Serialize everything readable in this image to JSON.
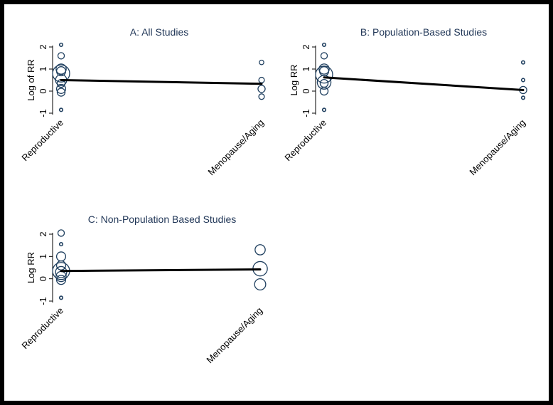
{
  "chart_data": [
    {
      "type": "scatter",
      "title": "A: All Studies",
      "ylabel": "Log of RR",
      "yticks": [
        "-1",
        "0",
        "1",
        "2"
      ],
      "ylim": [
        -1,
        2
      ],
      "categories": [
        "Reproductive",
        "Menopause/Aging"
      ],
      "points": [
        {
          "category": "Reproductive",
          "y": 2.1,
          "weight": 0.5
        },
        {
          "category": "Reproductive",
          "y": 1.6,
          "weight": 2
        },
        {
          "category": "Reproductive",
          "y": 1.0,
          "weight": 5
        },
        {
          "category": "Reproductive",
          "y": 0.9,
          "weight": 4
        },
        {
          "category": "Reproductive",
          "y": 0.8,
          "weight": 14
        },
        {
          "category": "Reproductive",
          "y": 0.5,
          "weight": 6
        },
        {
          "category": "Reproductive",
          "y": 0.35,
          "weight": 3
        },
        {
          "category": "Reproductive",
          "y": 0.1,
          "weight": 4
        },
        {
          "category": "Reproductive",
          "y": -0.05,
          "weight": 3
        },
        {
          "category": "Reproductive",
          "y": -0.85,
          "weight": 0.5
        },
        {
          "category": "Menopause/Aging",
          "y": 1.3,
          "weight": 1
        },
        {
          "category": "Menopause/Aging",
          "y": 0.5,
          "weight": 1.5
        },
        {
          "category": "Menopause/Aging",
          "y": 0.1,
          "weight": 2.5
        },
        {
          "category": "Menopause/Aging",
          "y": -0.25,
          "weight": 1.5
        }
      ],
      "fit_line": {
        "Reproductive": 0.5,
        "Menopause/Aging": 0.33
      }
    },
    {
      "type": "scatter",
      "title": "B: Population-Based Studies",
      "ylabel": "Log RR",
      "yticks": [
        "-1",
        "0",
        "1",
        "2"
      ],
      "ylim": [
        -1,
        2
      ],
      "categories": [
        "Reproductive",
        "Menopause/Aging"
      ],
      "points": [
        {
          "category": "Reproductive",
          "y": 2.1,
          "weight": 0.5
        },
        {
          "category": "Reproductive",
          "y": 1.6,
          "weight": 2
        },
        {
          "category": "Reproductive",
          "y": 1.0,
          "weight": 5
        },
        {
          "category": "Reproductive",
          "y": 0.9,
          "weight": 4
        },
        {
          "category": "Reproductive",
          "y": 0.75,
          "weight": 14
        },
        {
          "category": "Reproductive",
          "y": 0.4,
          "weight": 9
        },
        {
          "category": "Reproductive",
          "y": 0.35,
          "weight": 3
        },
        {
          "category": "Reproductive",
          "y": 0.0,
          "weight": 3
        },
        {
          "category": "Reproductive",
          "y": -0.85,
          "weight": 0.5
        },
        {
          "category": "Menopause/Aging",
          "y": 1.3,
          "weight": 0.5
        },
        {
          "category": "Menopause/Aging",
          "y": 0.5,
          "weight": 0.5
        },
        {
          "category": "Menopause/Aging",
          "y": 0.05,
          "weight": 2.5
        },
        {
          "category": "Menopause/Aging",
          "y": -0.3,
          "weight": 0.5
        }
      ],
      "fit_line": {
        "Reproductive": 0.62,
        "Menopause/Aging": 0.05
      }
    },
    {
      "type": "scatter",
      "title": "C: Non-Population Based Studies",
      "ylabel": "Log RR",
      "yticks": [
        "-1",
        "0",
        "1",
        "2"
      ],
      "ylim": [
        -1,
        2
      ],
      "categories": [
        "Reproductive",
        "Menopause/Aging"
      ],
      "points": [
        {
          "category": "Reproductive",
          "y": 2.05,
          "weight": 2
        },
        {
          "category": "Reproductive",
          "y": 1.55,
          "weight": 0.5
        },
        {
          "category": "Reproductive",
          "y": 1.0,
          "weight": 4
        },
        {
          "category": "Reproductive",
          "y": 0.6,
          "weight": 4
        },
        {
          "category": "Reproductive",
          "y": 0.35,
          "weight": 14
        },
        {
          "category": "Reproductive",
          "y": 0.3,
          "weight": 6
        },
        {
          "category": "Reproductive",
          "y": 0.1,
          "weight": 5
        },
        {
          "category": "Reproductive",
          "y": -0.05,
          "weight": 4
        },
        {
          "category": "Reproductive",
          "y": -0.85,
          "weight": 0.5
        },
        {
          "category": "Menopause/Aging",
          "y": 1.3,
          "weight": 5
        },
        {
          "category": "Menopause/Aging",
          "y": 0.45,
          "weight": 10
        },
        {
          "category": "Menopause/Aging",
          "y": -0.25,
          "weight": 6
        }
      ],
      "fit_line": {
        "Reproductive": 0.35,
        "Menopause/Aging": 0.42
      }
    }
  ],
  "colors": {
    "marker": "#1f3f5f",
    "fit_line": "#000000",
    "title": "#1f3556",
    "background": "#ffffff",
    "border": "#000000"
  }
}
